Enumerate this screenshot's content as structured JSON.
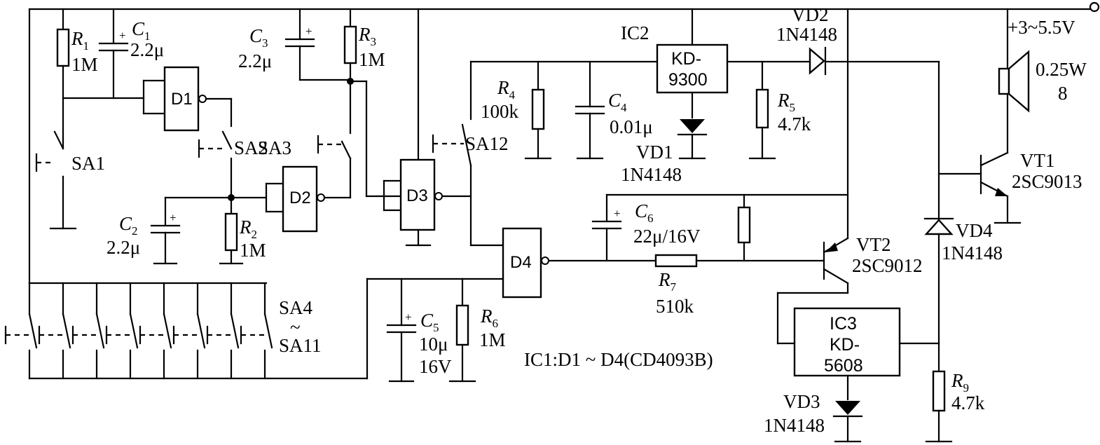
{
  "supply_label": "+3~5.5V",
  "chip_note": "IC1:D1 ~ D4(CD4093B)",
  "gates": {
    "d1": "D1",
    "d2": "D2",
    "d3": "D3",
    "d4": "D4"
  },
  "ic2": {
    "name": "IC2",
    "part_line1": "KD-",
    "part_line2": "9300"
  },
  "ic3": {
    "name": "IC3",
    "part_line1": "KD-",
    "part_line2": "5608"
  },
  "resistors": {
    "r1": {
      "letter": "R",
      "index": "1",
      "value": "1M"
    },
    "r2": {
      "letter": "R",
      "index": "2",
      "value": "1M"
    },
    "r3": {
      "letter": "R",
      "index": "3",
      "value": "1M"
    },
    "r4": {
      "letter": "R",
      "index": "4",
      "value": "100k"
    },
    "r5": {
      "letter": "R",
      "index": "5",
      "value": "4.7k"
    },
    "r6": {
      "letter": "R",
      "index": "6",
      "value": "1M"
    },
    "r7": {
      "letter": "R",
      "index": "7",
      "value": "510k"
    },
    "r9": {
      "letter": "R",
      "index": "9",
      "value": "4.7k"
    }
  },
  "capacitors": {
    "c1": {
      "letter": "C",
      "index": "1",
      "value": "2.2μ"
    },
    "c2": {
      "letter": "C",
      "index": "2",
      "value": "2.2μ"
    },
    "c3": {
      "letter": "C",
      "index": "3",
      "value": "2.2μ"
    },
    "c4": {
      "letter": "C",
      "index": "4",
      "value": "0.01μ"
    },
    "c5": {
      "letter": "C",
      "index": "5",
      "value": "10μ",
      "voltage": "16V"
    },
    "c6": {
      "letter": "C",
      "index": "6",
      "value": "22μ/16V"
    }
  },
  "diodes": {
    "vd1": {
      "name": "VD1",
      "part": "1N4148"
    },
    "vd2": {
      "name": "VD2",
      "part": "1N4148"
    },
    "vd3": {
      "name": "VD3",
      "part": "1N4148"
    },
    "vd4": {
      "name": "VD4",
      "part": "1N4148"
    }
  },
  "transistors": {
    "vt1": {
      "name": "VT1",
      "part": "2SC9013"
    },
    "vt2": {
      "name": "VT2",
      "part": "2SC9012"
    }
  },
  "speaker": {
    "power": "0.25W",
    "impedance": "8"
  },
  "switches": {
    "sa1": "SA1",
    "sa2": "SA2",
    "sa3": "SA3",
    "sa12": "SA12",
    "sa4": "SA4",
    "tilde": "~",
    "sa11": "SA11"
  }
}
